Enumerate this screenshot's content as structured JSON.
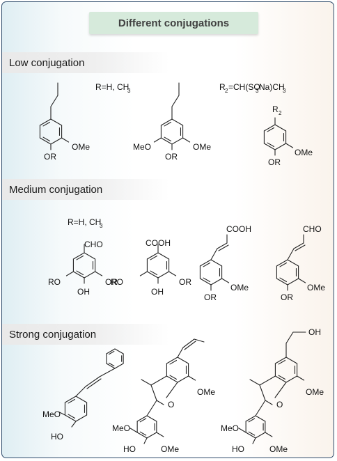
{
  "title": "Different conjugations",
  "sections": [
    {
      "label": "Low conjugation"
    },
    {
      "label": "Medium conjugation"
    },
    {
      "label": "Strong conjugation"
    }
  ],
  "notes": {
    "r_low": "R=H, CH",
    "r_low_sub": "3",
    "r2_a": "R",
    "r2_a_sub": "2",
    "r2_b": "=CH(SO",
    "r2_b_sub": "3",
    "r2_c": "Na)CH",
    "r2_c_sub": "3",
    "r_med": "R=H, CH",
    "r_med_sub": "3"
  },
  "labels": {
    "ome": "OMe",
    "meo": "MeO",
    "or": "OR",
    "ro": "RO",
    "oh": "OH",
    "ho": "HO",
    "o": "O",
    "cho": "CHO",
    "cooh": "COOH",
    "r": "R",
    "two": "2"
  }
}
